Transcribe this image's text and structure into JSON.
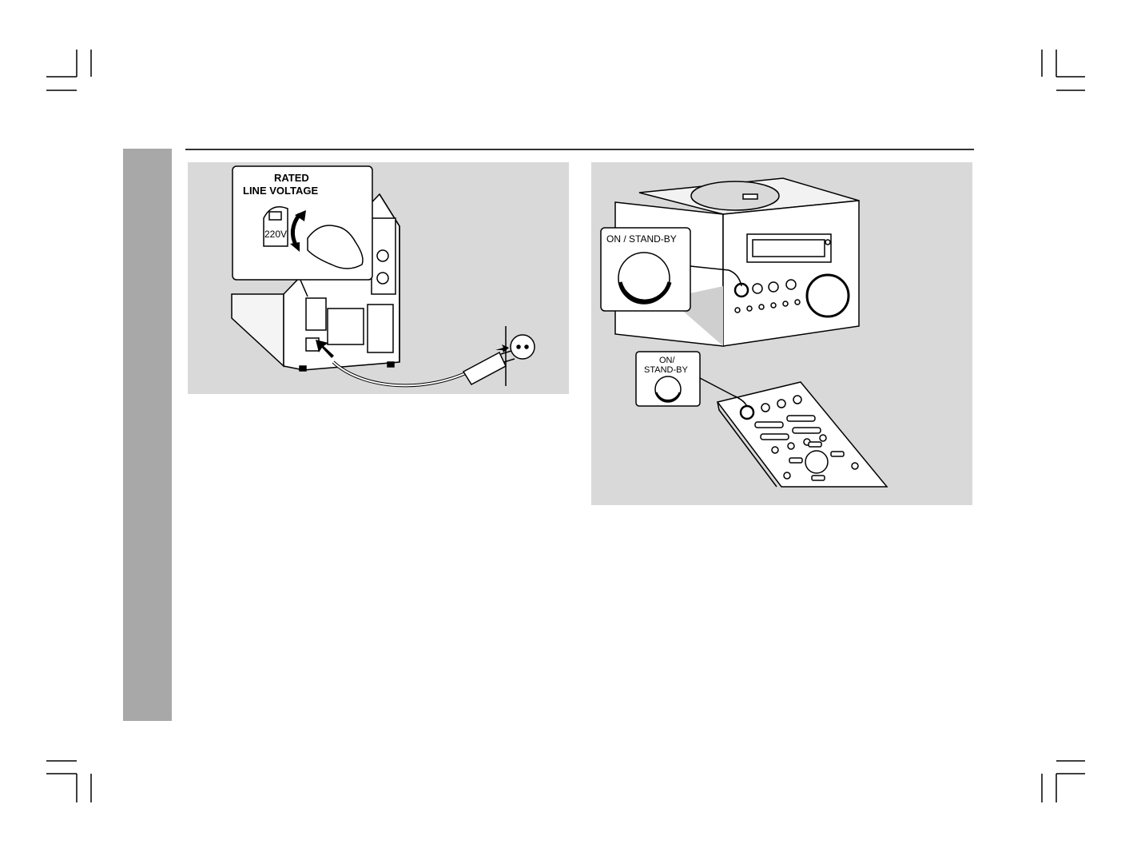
{
  "left_figure": {
    "callout_title_line1": "RATED",
    "callout_title_line2": "LINE VOLTAGE",
    "voltage_label": "220V"
  },
  "right_figure": {
    "unit_button_label": "ON / STAND-BY",
    "remote_button_label_line1": "ON/",
    "remote_button_label_line2": "STAND-BY"
  },
  "icons": [
    "crop-mark-icon",
    "hand-icon",
    "rotate-arrow-icon",
    "plug-icon",
    "wall-socket-icon",
    "insert-arrow-icon",
    "power-button-icon",
    "remote-control-icon",
    "stereo-unit-icon"
  ]
}
